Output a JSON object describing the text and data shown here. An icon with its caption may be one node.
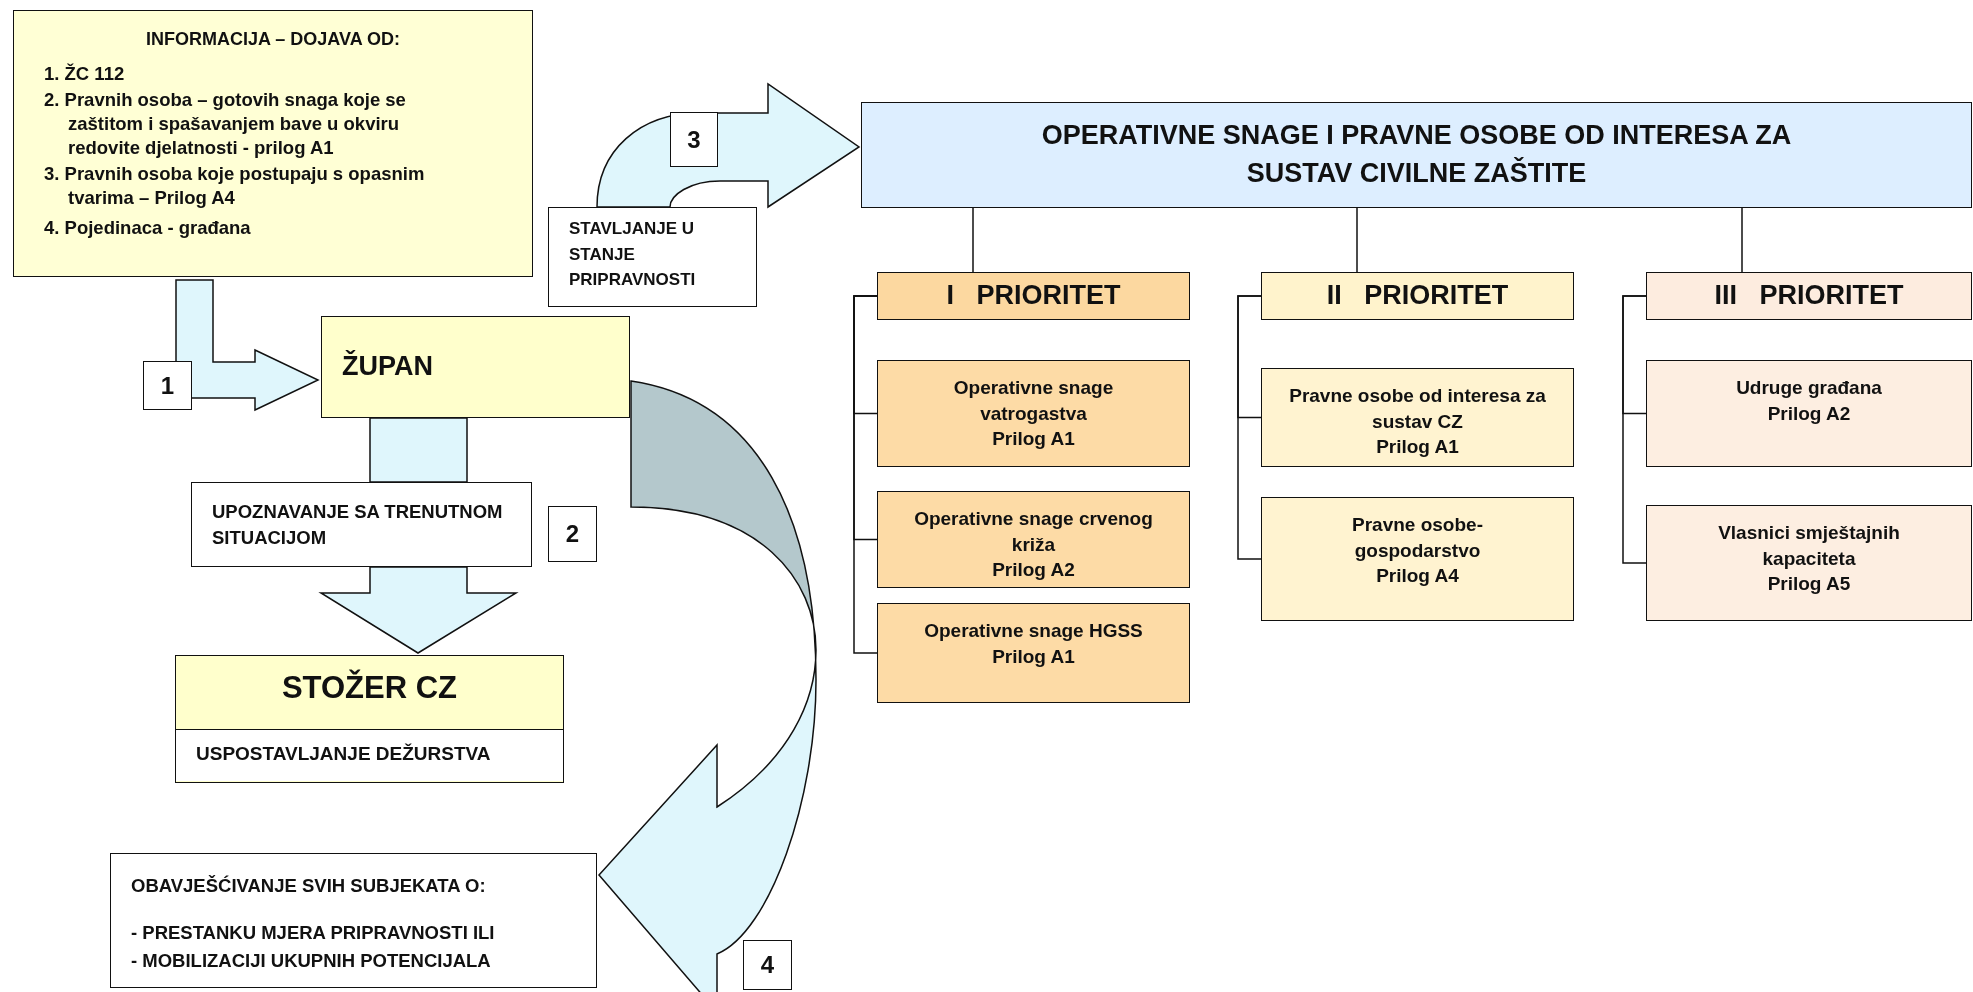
{
  "diagram": {
    "nodes": [
      {
        "text": [
          "INFORMACIJA – DOJAVA OD:",
          "1. ŽC 112",
          "2. Pravnih osoba – gotovih snaga koje se zaštitom i spašavanjem bave u okviru redovite djelatnosti - prilog A1",
          "3. Pravnih osoba koje postupaju s opasnim tvarima – Prilog A4",
          "4. Pojedinaca - građana"
        ]
      },
      {
        "text": [
          "ŽUPAN"
        ]
      },
      {
        "text": [
          "STAVLJANJE U STANJE PRIPRAVNOSTI"
        ]
      },
      {
        "text": [
          "UPOZNAVANJE SA TRENUTNOM SITUACIJOM"
        ]
      },
      {
        "text": [
          "STOŽER CZ",
          "USPOSTAVLJANJE DEŽURSTVA"
        ]
      },
      {
        "text": [
          "OBAVJEŠĆIVANJE SVIH SUBJEKATA O:",
          "- PRESTANKU MJERA PRIPRAVNOSTI ILI",
          "- MOBILIZACIJI UKUPNIH POTENCIJALA"
        ]
      },
      {
        "text": [
          "OPERATIVNE SNAGE I PRAVNE OSOBE OD INTERESA ZA SUSTAV CIVILNE ZAŠTITE"
        ]
      },
      {
        "text": [
          "I   PRIORITET"
        ]
      },
      {
        "text": [
          "II   PRIORITET"
        ]
      },
      {
        "text": [
          "III   PRIORITET"
        ]
      },
      {
        "text": [
          "Operativne snage vatrogastva",
          "Prilog A1"
        ]
      },
      {
        "text": [
          "Operativne snage crvenog križa",
          "Prilog A2"
        ]
      },
      {
        "text": [
          "Operativne snage HGSS",
          "Prilog A1"
        ]
      },
      {
        "text": [
          "Pravne osobe od interesa za sustav CZ",
          "Prilog A1"
        ]
      },
      {
        "text": [
          "Pravne osobe-gospodarstvo",
          "Prilog A4"
        ]
      },
      {
        "text": [
          "Udruge građana",
          "Prilog A2"
        ]
      },
      {
        "text": [
          "Vlasnici smještajnih kapaciteta",
          "Prilog A5"
        ]
      }
    ],
    "edges": [
      {
        "from": 0,
        "to": 1,
        "arrow": "to"
      },
      {
        "from": 1,
        "to": 3,
        "arrow": "none"
      },
      {
        "from": 3,
        "to": 4,
        "arrow": "to"
      },
      {
        "from": 2,
        "to": 6,
        "arrow": "to"
      },
      {
        "from": 1,
        "to": 5,
        "arrow": "to"
      },
      {
        "from": 6,
        "to": 7,
        "arrow": "none"
      },
      {
        "from": 6,
        "to": 8,
        "arrow": "none"
      },
      {
        "from": 6,
        "to": 9,
        "arrow": "none"
      },
      {
        "from": 7,
        "to": 10,
        "arrow": "none"
      },
      {
        "from": 7,
        "to": 11,
        "arrow": "none"
      },
      {
        "from": 7,
        "to": 12,
        "arrow": "none"
      },
      {
        "from": 8,
        "to": 13,
        "arrow": "none"
      },
      {
        "from": 8,
        "to": 14,
        "arrow": "none"
      },
      {
        "from": 9,
        "to": 15,
        "arrow": "none"
      },
      {
        "from": 9,
        "to": 16,
        "arrow": "none"
      }
    ],
    "labels": [
      "1",
      "2",
      "3",
      "4"
    ]
  }
}
